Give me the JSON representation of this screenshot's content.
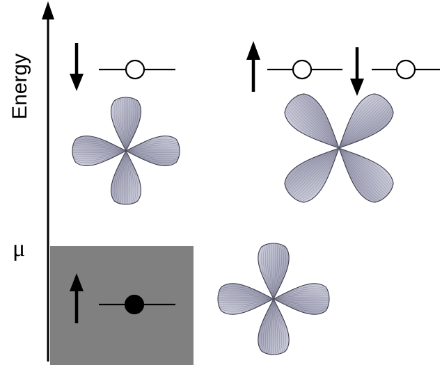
{
  "axis": {
    "label": "Energy",
    "chemical_potential_symbol": "μ"
  },
  "colors": {
    "occupied_region": "#808080",
    "lobe_fill_light": "#d2d3e0",
    "lobe_fill_dark": "#8e8fa6",
    "ink": "#000000"
  },
  "levels": [
    {
      "id": "upper-left",
      "spin": "down",
      "occupied": false
    },
    {
      "id": "upper-right-a",
      "spin": "up",
      "occupied": false
    },
    {
      "id": "upper-right-b",
      "spin": "down",
      "occupied": false
    },
    {
      "id": "lower-left",
      "spin": "up",
      "occupied": true
    }
  ],
  "orbitals": [
    {
      "id": "upper-left",
      "shape": "four-lobe-axial"
    },
    {
      "id": "upper-right",
      "shape": "four-lobe-diagonal"
    },
    {
      "id": "lower-right",
      "shape": "four-lobe-axial"
    }
  ]
}
